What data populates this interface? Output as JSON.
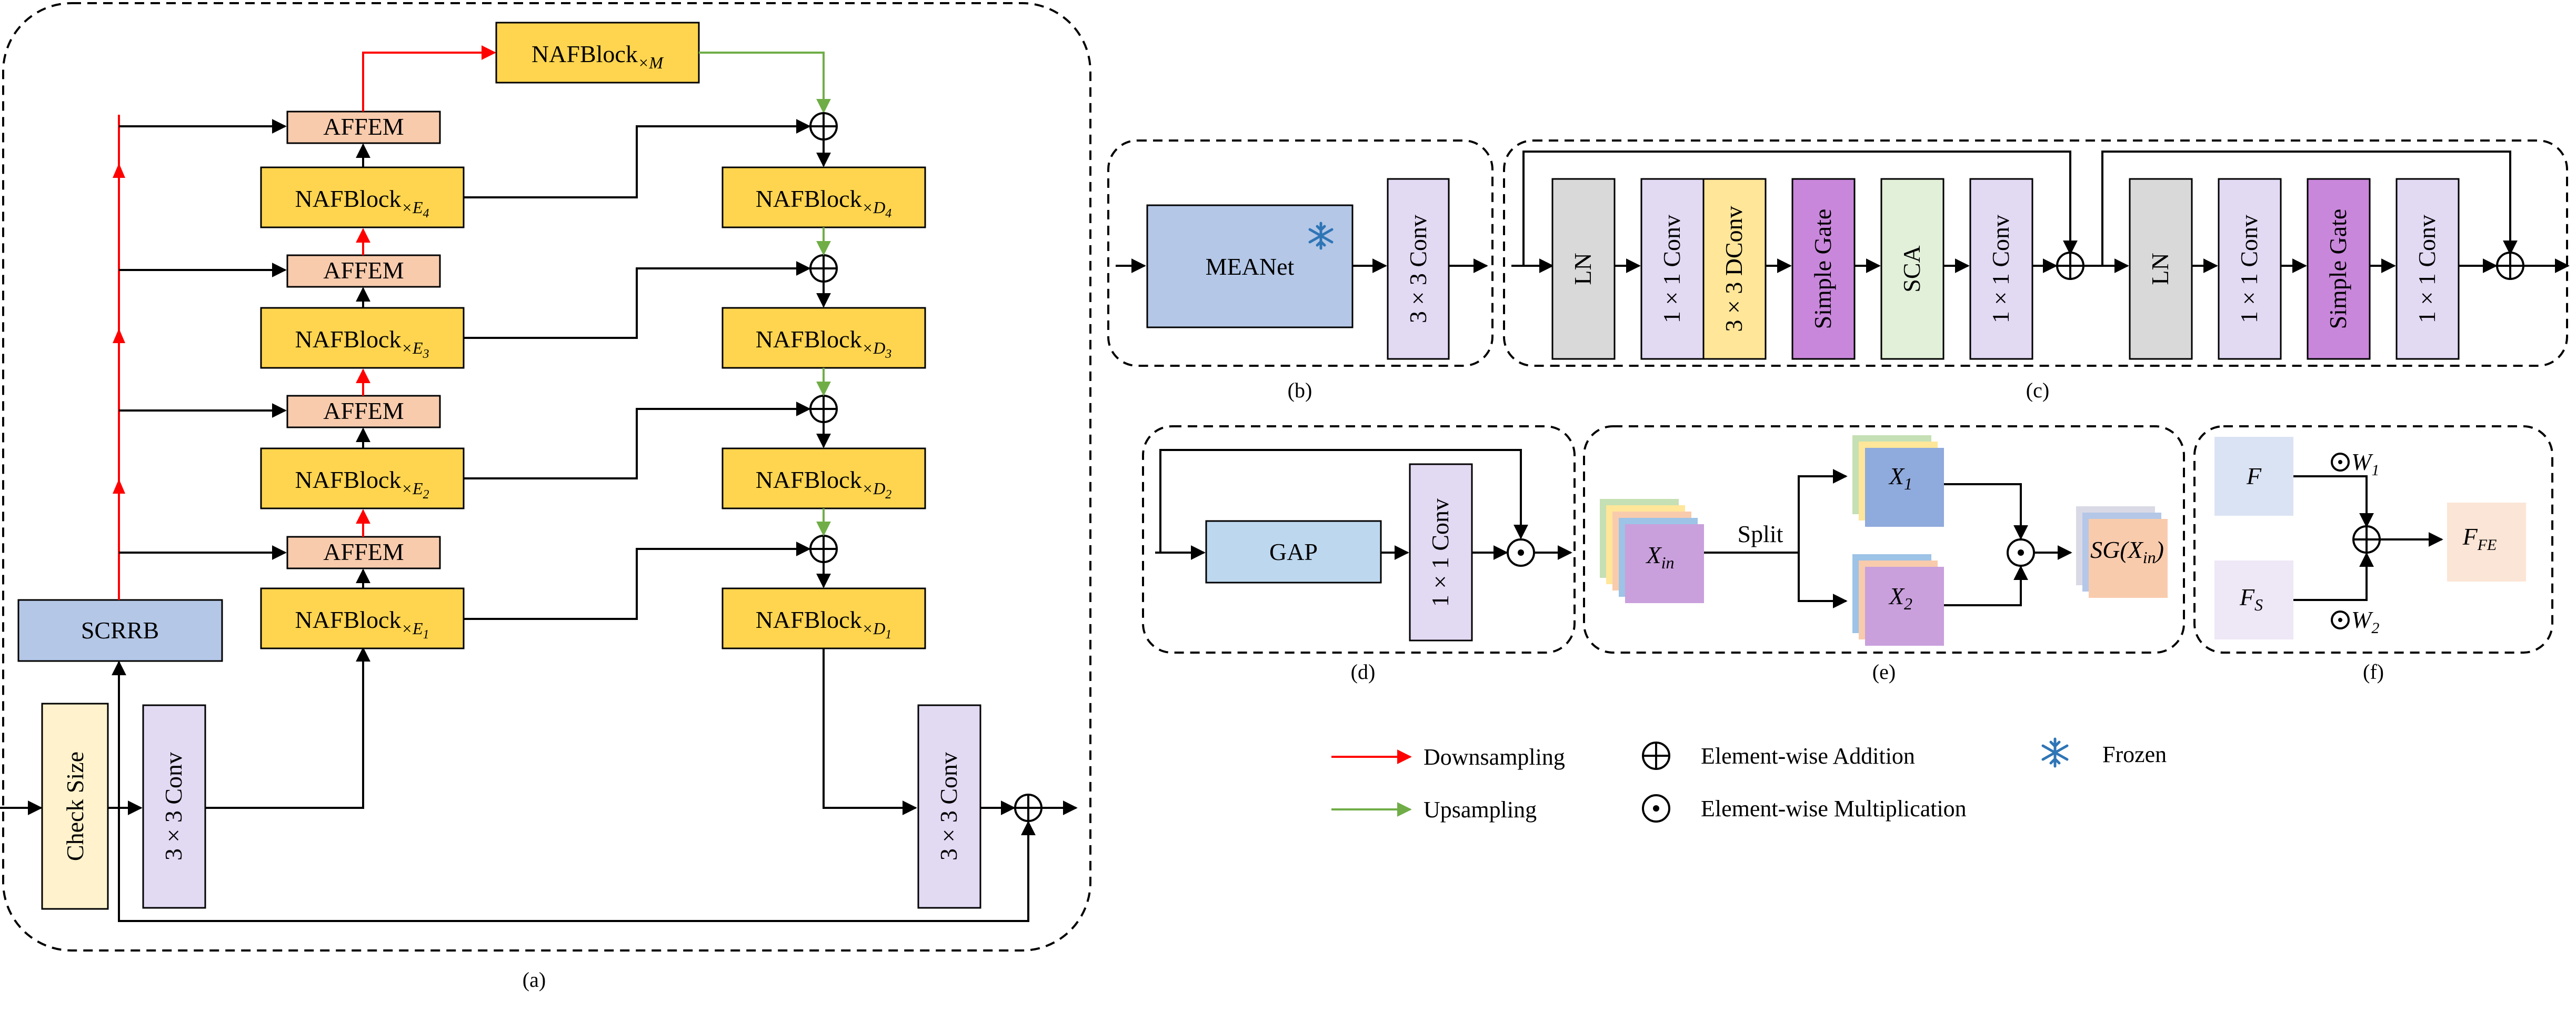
{
  "panel_a": {
    "caption": "(a)",
    "check_size": "Check Size",
    "conv_in": "3 × 3 Conv",
    "conv_out": "3 × 3 Conv",
    "scrrb": "SCRRB",
    "affem": [
      "AFFEM",
      "AFFEM",
      "AFFEM",
      "AFFEM"
    ],
    "naf_base": "NAFBlock",
    "enc_sub": [
      "×E",
      "×E",
      "×E",
      "×E"
    ],
    "enc_idx": [
      "1",
      "2",
      "3",
      "4"
    ],
    "dec_sub": [
      "×D",
      "×D",
      "×D",
      "×D"
    ],
    "dec_idx": [
      "1",
      "2",
      "3",
      "4"
    ],
    "mid_sub": "×M"
  },
  "panel_b": {
    "caption": "(b)",
    "meanet": "MEANet",
    "conv": "3 × 3 Conv"
  },
  "panel_c": {
    "caption": "(c)",
    "blocks1": [
      "LN",
      "1 × 1 Conv",
      "3 × 3 DConv",
      "Simple Gate",
      "SCA",
      "1 × 1 Conv"
    ],
    "blocks2": [
      "LN",
      "1 × 1 Conv",
      "Simple Gate",
      "1 × 1 Conv"
    ]
  },
  "panel_d": {
    "caption": "(d)",
    "gap": "GAP",
    "conv": "1 × 1 Conv"
  },
  "panel_e": {
    "caption": "(e)",
    "xin": "X",
    "xin_sub": "in",
    "x1": "X",
    "x1_sub": "1",
    "x2": "X",
    "x2_sub": "2",
    "split": "Split",
    "sg": "SG(X",
    "sg_sub": "in",
    "sg_close": ")"
  },
  "panel_f": {
    "caption": "(f)",
    "f": "F",
    "fs": "F",
    "fs_sub": "S",
    "w1": "W",
    "w1_sub": "1",
    "w2": "W",
    "w2_sub": "2",
    "ffe": "F",
    "ffe_sub": "FE"
  },
  "legend": {
    "downsampling": "Downsampling",
    "upsampling": "Upsampling",
    "addition": "Element-wise Addition",
    "multiplication": "Element-wise Multiplication",
    "frozen": "Frozen"
  },
  "colors": {
    "naf": "#FFD54F",
    "affem": "#F8CBAD",
    "scrrb": "#B4C7E7",
    "checksize": "#FFF2CC",
    "conv": "#E2D9F3",
    "ln": "#D9D9D9",
    "dconv": "#FFE699",
    "simplegate": "#C987DB",
    "sca": "#E2F0D9",
    "meanet": "#B4C7E7",
    "gap": "#BDD7EE",
    "down": "#FF0000",
    "up": "#70AD47"
  }
}
